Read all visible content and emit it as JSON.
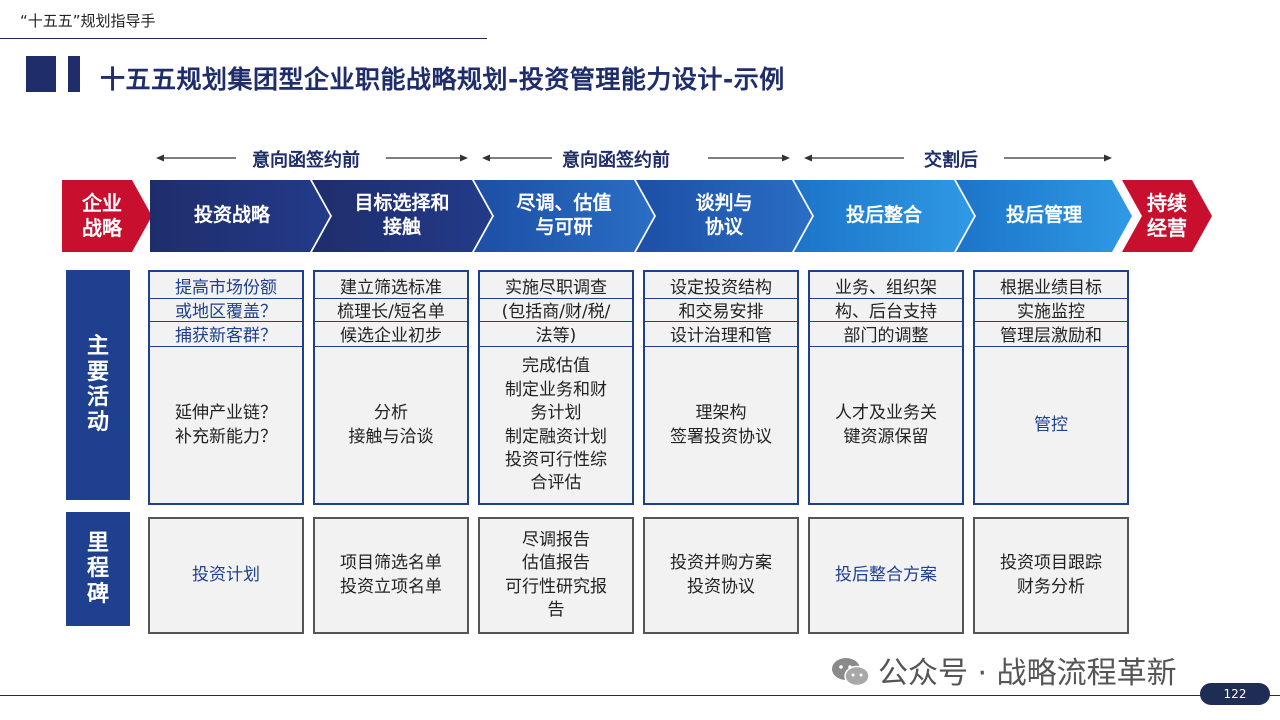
{
  "header": {
    "text": "“十五五”规划指导手"
  },
  "title": "十五五规划集团型企业职能战略规划-投资管理能力设计-示例",
  "phases": [
    "意向函签约前",
    "意向函签约前",
    "交割后"
  ],
  "flow": {
    "start": "企业\n战略",
    "end": "持续\n经营",
    "steps": [
      "投资战略",
      "目标选择和\n接触",
      "尽调、估值\n与可研",
      "谈判与\n协议",
      "投后整合",
      "投后管理"
    ]
  },
  "row_labels": {
    "activities": "主\n要\n活\n动",
    "milestones": "里\n程\n碑"
  },
  "activities": [
    {
      "rows": [
        "提高市场份额",
        "或地区覆盖？",
        "捕获新客群？"
      ],
      "body": "延伸产业链？\n补充新能力？"
    },
    {
      "rows": [
        "建立筛选标准",
        "梳理长/短名单",
        "候选企业初步"
      ],
      "body": "分析\n接触与洽谈"
    },
    {
      "rows": [
        "实施尽职调查",
        "(包括商/财/税/",
        "法等)"
      ],
      "body": "完成估值\n制定业务和财\n务计划\n制定融资计划\n投资可行性综\n合评估"
    },
    {
      "rows": [
        "设定投资结构",
        "和交易安排",
        "设计治理和管"
      ],
      "body": "理架构\n签署投资协议"
    },
    {
      "rows": [
        "业务、组织架",
        "构、后台支持",
        "部门的调整"
      ],
      "body": "人才及业务关\n键资源保留"
    },
    {
      "rows": [
        "根据业绩目标",
        "实施监控",
        "管理层激励和"
      ],
      "body": "管控"
    }
  ],
  "milestones": [
    "投资计划",
    "项目筛选名单\n投资立项名单",
    "尽调报告\n估值报告\n可行性研究报\n告",
    "投资并购方案\n投资协议",
    "投后整合方案",
    "投资项目跟踪\n财务分析"
  ],
  "watermark": "公众号 · 战略流程革新",
  "page_number": "122",
  "colors": {
    "navy": "#1f2d6b",
    "blue": "#1f3f8f",
    "red": "#c8102e"
  }
}
